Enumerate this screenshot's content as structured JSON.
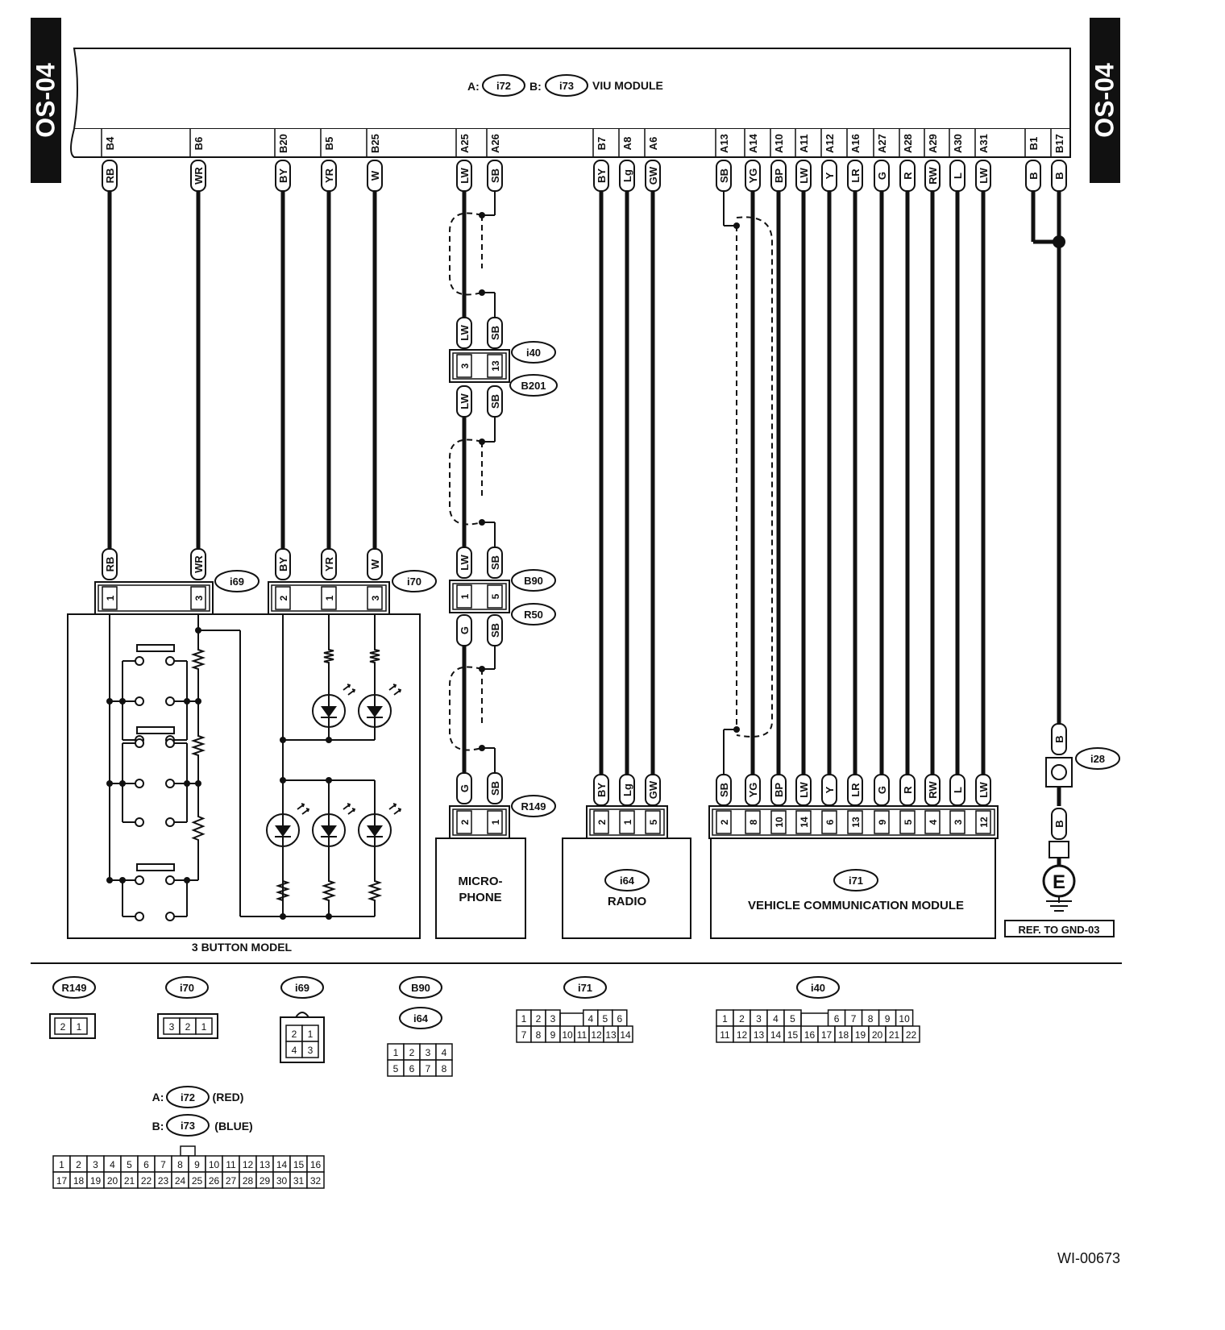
{
  "side_label": "OS-04",
  "module": {
    "a_prefix": "A:",
    "a_conn": "i72",
    "b_prefix": "B:",
    "b_conn": "i73",
    "name": "VIU MODULE"
  },
  "pins": [
    {
      "pin": "B4",
      "color": "RB"
    },
    {
      "pin": "B6",
      "color": "WR"
    },
    {
      "pin": "B20",
      "color": "BY"
    },
    {
      "pin": "B5",
      "color": "YR"
    },
    {
      "pin": "B25",
      "color": "W"
    },
    {
      "pin": "A25",
      "color": "LW"
    },
    {
      "pin": "A26",
      "color": "SB"
    },
    {
      "pin": "B7",
      "color": "BY"
    },
    {
      "pin": "A8",
      "color": "Lg"
    },
    {
      "pin": "A6",
      "color": "GW"
    },
    {
      "pin": "A13",
      "color": "SB"
    },
    {
      "pin": "A14",
      "color": "YG"
    },
    {
      "pin": "A10",
      "color": "BP"
    },
    {
      "pin": "A11",
      "color": "LW"
    },
    {
      "pin": "A12",
      "color": "Y"
    },
    {
      "pin": "A16",
      "color": "LR"
    },
    {
      "pin": "A27",
      "color": "G"
    },
    {
      "pin": "A28",
      "color": "R"
    },
    {
      "pin": "A29",
      "color": "RW"
    },
    {
      "pin": "A30",
      "color": "L"
    },
    {
      "pin": "A31",
      "color": "LW"
    },
    {
      "pin": "B1",
      "color": "B"
    },
    {
      "pin": "B17",
      "color": "B"
    }
  ],
  "connectors": {
    "i69": "i69",
    "i70": "i70",
    "i40": "i40",
    "B201": "B201",
    "B90": "B90",
    "R50": "R50",
    "R149": "R149",
    "i64": "i64",
    "i71": "i71",
    "i28": "i28"
  },
  "mic_wires": {
    "w1": [
      "LW",
      "SB"
    ],
    "p1": [
      "3",
      "13"
    ],
    "w2": [
      "LW",
      "SB"
    ],
    "w3": [
      "LW",
      "SB"
    ],
    "p2": [
      "1",
      "5"
    ],
    "w4": [
      "G",
      "SB"
    ],
    "w5": [
      "G",
      "SB"
    ],
    "p3": [
      "2",
      "1"
    ]
  },
  "button_box": {
    "wires": [
      "RB",
      "WR"
    ],
    "pins": [
      "1",
      "3"
    ],
    "label": "3 BUTTON MODEL"
  },
  "led_box": {
    "wires": [
      "BY",
      "YR",
      "W"
    ],
    "pins": [
      "2",
      "1",
      "3"
    ]
  },
  "microphone": {
    "line1": "MICRO-",
    "line2": "PHONE"
  },
  "radio": {
    "conn": "i64",
    "name": "RADIO",
    "wires": [
      "BY",
      "Lg",
      "GW"
    ],
    "pins": [
      "2",
      "1",
      "5"
    ]
  },
  "vcm": {
    "conn": "i71",
    "name": "VEHICLE COMMUNICATION MODULE",
    "wires": [
      "SB",
      "YG",
      "BP",
      "LW",
      "Y",
      "LR",
      "G",
      "R",
      "RW",
      "L",
      "LW"
    ],
    "pins": [
      "2",
      "8",
      "10",
      "14",
      "6",
      "13",
      "9",
      "5",
      "4",
      "3",
      "12"
    ]
  },
  "ground": {
    "wire_top": "B",
    "wire_bottom": "B",
    "symbol": "E",
    "ref": "REF. TO GND-03"
  },
  "legend": {
    "R149": {
      "cells": [
        [
          "2",
          "1"
        ]
      ]
    },
    "i70": {
      "cells": [
        [
          "3",
          "2",
          "1"
        ]
      ]
    },
    "i69": {
      "cells": [
        [
          "2",
          "1"
        ],
        [
          "4",
          "3"
        ]
      ]
    },
    "B90_i64": {
      "top": "B90",
      "bottom": "i64",
      "cells": [
        [
          "1",
          "2",
          "3",
          "4"
        ],
        [
          "5",
          "6",
          "7",
          "8"
        ]
      ]
    },
    "i71": {
      "cells": [
        [
          "1",
          "2",
          "3",
          "",
          "4",
          "5",
          "6"
        ],
        [
          "7",
          "8",
          "9",
          "10",
          "11",
          "12",
          "13",
          "14"
        ]
      ]
    },
    "i40": {
      "cells": [
        [
          "1",
          "2",
          "3",
          "4",
          "5",
          "",
          "6",
          "7",
          "8",
          "9",
          "10"
        ],
        [
          "11",
          "12",
          "13",
          "14",
          "15",
          "16",
          "17",
          "18",
          "19",
          "20",
          "21",
          "22"
        ]
      ]
    },
    "i72_i73": {
      "a_prefix": "A:",
      "a_conn": "i72",
      "a_note": "(RED)",
      "b_prefix": "B:",
      "b_conn": "i73",
      "b_note": "(BLUE)",
      "cells": [
        [
          "1",
          "2",
          "3",
          "4",
          "5",
          "6",
          "7",
          "8",
          "9",
          "10",
          "11",
          "12",
          "13",
          "14",
          "15",
          "16"
        ],
        [
          "17",
          "18",
          "19",
          "20",
          "21",
          "22",
          "23",
          "24",
          "25",
          "26",
          "27",
          "28",
          "29",
          "30",
          "31",
          "32"
        ]
      ]
    }
  },
  "figure_id": "WI-00673"
}
